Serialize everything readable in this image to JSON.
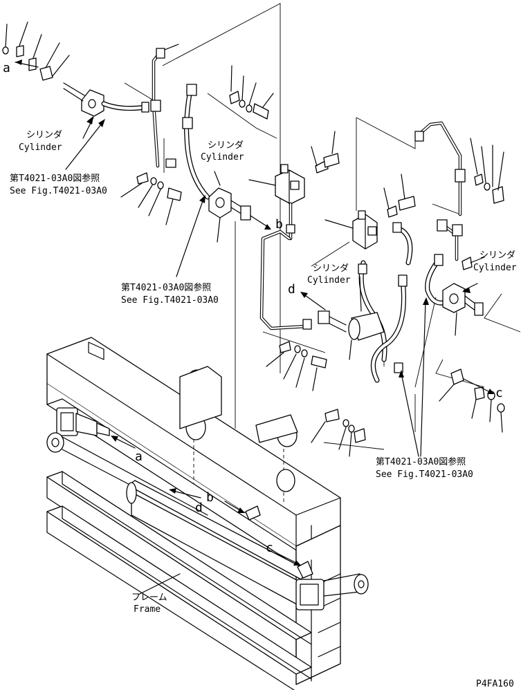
{
  "labels": {
    "cylinder_jp": "シリンダ",
    "cylinder_en": "Cylinder",
    "see_fig_jp": "第T4021-03A0図参照",
    "see_fig_en": "See Fig.T4021-03A0",
    "frame_jp": "フレーム",
    "frame_en": "Frame",
    "part_code": "P4FA160"
  },
  "connection_letters": [
    "a",
    "b",
    "c",
    "d"
  ]
}
